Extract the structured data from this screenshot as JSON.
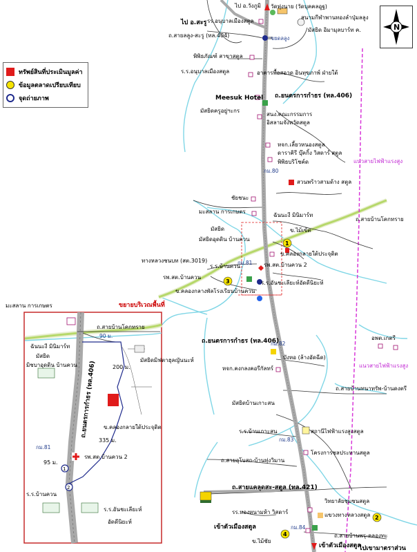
{
  "legend": {
    "items": [
      {
        "label": "ทรัพย์สินที่ประเมินมูลค่า",
        "color": "#e01b1b"
      },
      {
        "label": "ข้อมูลตลาดเปรียบเทียบ",
        "color": "#f5e300"
      },
      {
        "label": "จุดถ่ายภาพ",
        "color": "#1e2a8c"
      }
    ]
  },
  "compass": {
    "north": "N"
  },
  "labels": {
    "to_wang_phu": "ไป อ.วังภูมิ",
    "to_sa_ru": "ไป อ.สะรู",
    "wat_thung": "วัดทุ่งนาย (วัดบุคคลอูฐ)",
    "school_sports": "สนามกีฬาพานทองลำปุ่มลลูง",
    "mosque_top": "มัสยิด อิมามุลบาร์ท ค.",
    "road_lalung_sa_ru": "ถ.สายลลูง-สะรู (ทล.404)",
    "school_small": "รร.อนุบาลเมืองสตูล",
    "yakat_lalung": "ขยดลลูง",
    "museum": "พิพิธภัณฑ์ สาขาสตูล",
    "rr_lalung": "ร.ร.อนุบาลเมืองสตูล",
    "satun_apartment": "อาคารพื้อสอาด อินทุฆภาพ์ ฝ่ายใต้",
    "road_yanatrakan_top": "ถ.ยนตรการกำธร (ทล.406)",
    "meesuk_hotel": "Meesuk Hotel",
    "mosque_kuraniya": "มัสยิดครูอยู่ฯะกร",
    "office_committee": "สนง.คณะกรรมการ",
    "office_election": "อิสลามจังหวัดสตูล",
    "office_health": "หจก.เลี้ยวหนองสตูล",
    "school_rajabhat": "ดาราคิรี บุ๊คกิ้ง วิสดาร์ สตูล",
    "museum_tree": "พิพิธบริโชค์ด",
    "km_80": "กม.80",
    "garden_coconut": "สวนพร้าวสามด้าง สตูล",
    "power_line_top": "แนวสายไฟฟ้าแรงสูง",
    "chaiwat": "ชัยชนะ",
    "cemetery": "มะสลาน การเกษตร",
    "lotus_minimart": "ฉันนะงี มินิมาร์ท",
    "road_ban_chok": "ถ.สายบ้านโคกทราย",
    "mosque_mid": "มัสยิด",
    "school_ban_khuan": "มัสยิดอุดดิน บ้านควน",
    "ban_khuan_river": "ข.ไม้เข้ต",
    "kor_ban_la": "ข.คลองกลายใต้ประจุดิต",
    "tang_luang": "ทางหลวงชนบท (สต.3019)",
    "rr_ban_khuan": "ร.ร.บ้านควน",
    "km_81": "กม.81",
    "hospital_ban_khuan2": "รพ.สต.บ้านควน 2",
    "rr_an_chai": "ร.ร.อันชะเลียะห์อัดดีนิยะห์",
    "rph_ban_khuan": "รพ.สต.บ้านควน",
    "kor_alley": "ข.คลองกลางพัลโรงเรียนบ้านควน",
    "around_area": "ขยายบริเวณพื้นที่",
    "road_yanatrakan_mid": "ถ.ยนตรการกำธร (ทล.406)",
    "km_82": "กม.82",
    "apartment_right": "อพต.เกตรี",
    "ban_toh": "บังหอ (ล้างอัดฉีด)",
    "gas_station": "หจก.คงกลงคอรีกัลทร์",
    "road_ban_rai": "ถ.สายบ้านทนาทรัพ-บ้านดงตรี",
    "power_line_mid": "แนวสายไฟฟ้าแรงสูง",
    "mosque_ban_kaosan": "มัสยิดบ้านเกาะสน",
    "rr_ban_kanon": "ร.ร.บ้านเกาะสน",
    "power_station": "สถานีไฟฟ้าแรงสูงสตูล",
    "km_83": "กม.83",
    "water_project": "โครงการชลประทานสตูล",
    "road_jemay": "ถ.สายอุโบสถ-บ้านทุ่งวิมาน",
    "road_satun_lower": "ถ.สายแคลุดสะ-สตูล (ทล.421)",
    "vocational_college": "วิทยาลัยชุมชนสตูล",
    "rr_khlong_nua": "รร.หองหนามห้า วิสดาร์",
    "highway_district": "แขวงทางหลวงสตูล",
    "km_84": "กม.84",
    "into_city": "เข้าตัวเมืองสตูล",
    "into_city2": "เข้าตัวเมืองสตูล",
    "to_khao": "ไปเขามาตราส่วน",
    "rd_kluay": "ข.ไม้ชัย",
    "road_ban_bo": "ถ.สายบ้านพรุ-คลองทะ"
  },
  "inset": {
    "cemetery": "มะสลาน การเกษตร",
    "road_ban_chok": "ถ.สายบ้านโคกทราย",
    "km_90": "90 ม.",
    "minimart": "ฉันนะงี มินิมาร์ท",
    "mosque": "มัสยิด",
    "school_ban_khuan": "มิชบาอุดดิน บ้านควน",
    "road_yanatrakan": "ถ.ยนตรการกำธร (ทล.406)",
    "dist_200": "200 ม.",
    "mosque_right": "มัสยิดมิฟตาฮุลญันนะห์",
    "alley": "ข.คลองกลายใต้ประจุดิต",
    "dist_335": "335 ม.",
    "km_81": "กม.81",
    "hospital": "รพ.สต.บ้านควน 2",
    "dist_95": "95 ม.",
    "rr_ban_khuan": "ร.ร.บ้านควน",
    "rr_an_chai_1": "ร.ร.อันชะเลียะห์",
    "rr_an_chai_2": "อัดดีนิยะห์"
  },
  "markers": {
    "n1": "1",
    "n2": "2",
    "n3": "3",
    "n4": "4"
  },
  "colors": {
    "road": "#a9a9a9",
    "river": "#7fd6e6",
    "canal": "#b6d86a",
    "power": "#d836d8",
    "inset_border": "#c62828"
  }
}
